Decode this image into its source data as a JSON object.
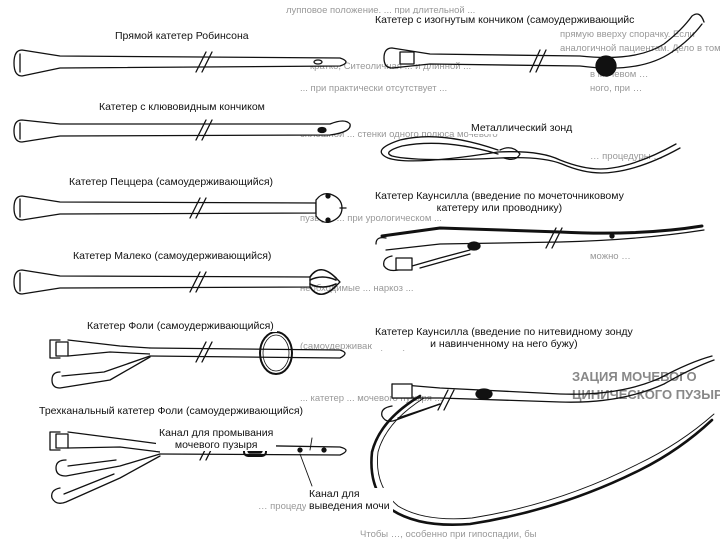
{
  "labels": {
    "robinson": "Прямой катетер Робинсона",
    "coude": "Катетер с клювовидным кончиком",
    "pezzer": "Катетер Пеццера (самоудерживающийся)",
    "malecot": "Катетер Малеко (самоудерживающийся)",
    "foley": "Катетер Фоли (самоудерживающийся)",
    "threeway": "Трехканальный катетер Фоли (самоудерживающийся)",
    "irrigation_line1": "Канал для промывания",
    "irrigation_line2": "мочевого пузыря",
    "drain_line1": "Канал для",
    "drain_line2": "выведения мочи",
    "curved": "Катетер с изогнутым кончиком (самоудерживающийс",
    "metal": "Металлический зонд",
    "councill1_line1": "Катетер Каунсилла (введение по мочеточниковому",
    "councill1_line2": "катетеру или проводнику)",
    "councill2_line1": "Катетер Каунсилла (введение по нитевидному зонду",
    "councill2_line2": "и навинченному на него бужу)"
  },
  "background_text": [
    "лупповое положение. ... при длительной ...",
    "кратко, Ситеоличная ... и длинной ...",
    "... при практически отсутствует ...",
    "сплошной ... стенки одного полюса мочевого",
    "пузыря. ... при урологическом ...",
    "необходимые ... наркоз ...",
    "(самоудерживающийся) ...",
    "... катетер ... мочевого пузыря ...",
    "… процедуры …",
    "Чтобы …, особенно при гипоспадии, бы"
  ],
  "right_background_text": [
    "прямую вверху спорачку. Если",
    "аналогичной пациентам. Дело в том,",
    "в мочевом …",
    "ного, при …",
    "… процедуры …",
    "можно …",
    "ЗАЦИЯ МОЧЕВОГО",
    "ЦИНИЧЕСКОГО ПУЗЫРЯ"
  ],
  "colors": {
    "ink": "#111111",
    "balloon": "#1a1a1a",
    "background_text": "#9a9a9a"
  }
}
